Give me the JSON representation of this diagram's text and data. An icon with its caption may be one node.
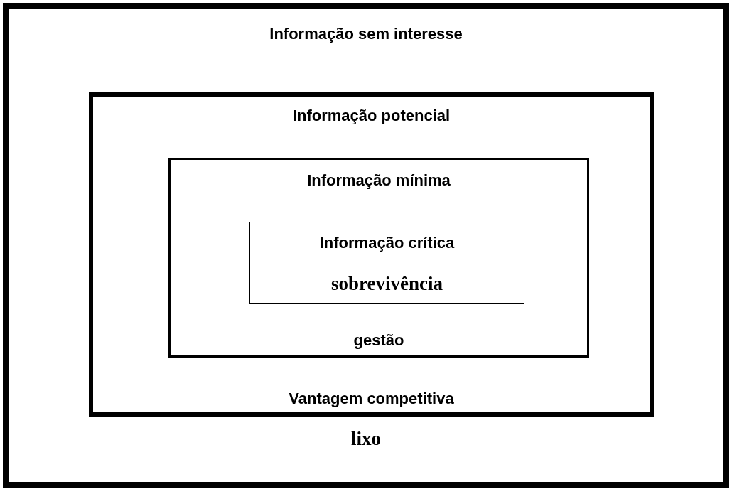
{
  "diagram": {
    "nodes": [
      {
        "text": [
          "Informação sem interesse",
          "lixo"
        ]
      },
      {
        "text": [
          "Informação potencial",
          "Vantagem competitiva"
        ],
        "in": 0
      },
      {
        "text": [
          "Informação mínima",
          "gestão"
        ],
        "in": 1
      },
      {
        "text": [
          "Informação crítica",
          "sobrevivência"
        ],
        "in": 2
      }
    ]
  }
}
